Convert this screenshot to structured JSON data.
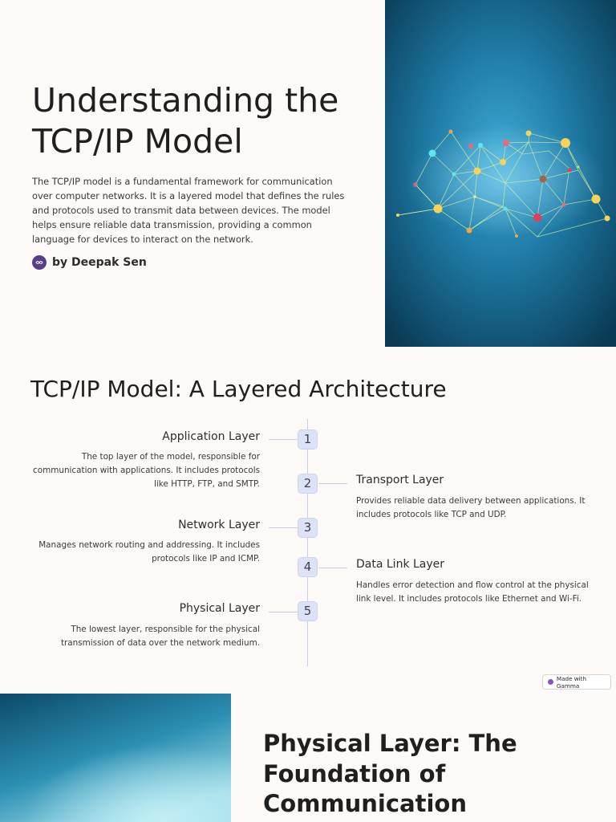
{
  "slide1": {
    "title": "Understanding the TCP/IP Model",
    "description": "The TCP/IP model is a fundamental framework for communication over computer networks. It is a layered model that defines the rules and protocols used to transmit data between devices. The model helps ensure reliable data transmission, providing a common language for devices to interact on the network.",
    "author": "by Deepak Sen"
  },
  "slide2": {
    "title": "TCP/IP Model: A Layered Architecture",
    "layers": [
      {
        "number": "1",
        "title": "Application Layer",
        "description": "The top layer of the model, responsible for communication with applications. It includes protocols like HTTP, FTP, and SMTP."
      },
      {
        "number": "2",
        "title": "Transport Layer",
        "description": "Provides reliable data delivery between applications. It includes protocols like TCP and UDP."
      },
      {
        "number": "3",
        "title": "Network Layer",
        "description": "Manages network routing and addressing. It includes protocols like IP and ICMP."
      },
      {
        "number": "4",
        "title": "Data Link Layer",
        "description": "Handles error detection and flow control at the physical link level. It includes protocols like Ethernet and Wi-Fi."
      },
      {
        "number": "5",
        "title": "Physical Layer",
        "description": "The lowest layer, responsible for the physical transmission of data over the network medium."
      }
    ]
  },
  "badge": {
    "label": "Made with Gamma"
  },
  "slide3": {
    "title": "Physical Layer: The Foundation of Communication"
  },
  "colors": {
    "accent": "#dde3f7",
    "timeline": "#c9cde8",
    "hero_dark": "#0c3f5c",
    "hero_light": "#3aa3cc"
  },
  "icons": {
    "avatar": "avatar-icon",
    "badge": "gamma-logo-icon"
  }
}
